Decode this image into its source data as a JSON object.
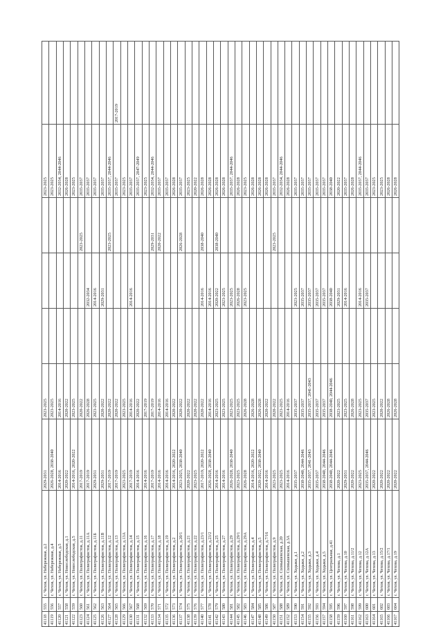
{
  "rows": [
    [
      "41118",
      "555",
      "г. Чехов, ул. Набережная, д.2",
      "2029-2031",
      "2023-2025",
      "",
      "",
      "2023-2025",
      ""
    ],
    [
      "41119",
      "556",
      "г. Чехов, ул. Набережная, д.4",
      "2026-2028, 2038-2040",
      "2023-2025",
      "",
      "",
      "2023-2025",
      ""
    ],
    [
      "41120",
      "557",
      "г. Чехов, ул. Набережная, д.5",
      "2014-2016",
      "2014-2016",
      "",
      "",
      "2032-2034, 2044-2046",
      ""
    ],
    [
      "41121",
      "558",
      "г. Чехов, ул. Новослободская, д.1",
      "2020-2022",
      "2020-2022",
      "",
      "",
      "2026-2028",
      ""
    ],
    [
      "41122",
      "559",
      "г. Чехов, ул. Новослободская, д.5",
      "2014-2016, 2020-2022",
      "2023-2025",
      "",
      "",
      "2023-2025",
      ""
    ],
    [
      "41123",
      "560",
      "г. Чехов, ул. Полиграфистов, д.11",
      "2017-2019",
      "2020-2022",
      "",
      "2023-2025",
      "2035-2037",
      ""
    ],
    [
      "41124",
      "561",
      "г. Чехов, ул. Полиграфистов, д.11А",
      "2017-2019",
      "2026-2028",
      "2032-2034",
      "",
      "2035-2037",
      ""
    ],
    [
      "41125",
      "562",
      "г. Чехов, ул. Полиграфистов, д.11Б",
      "2029-2031",
      "2023-2025",
      "2014-2016",
      "",
      "2035-2037",
      ""
    ],
    [
      "41126",
      "563",
      "г. Чехов, ул. Полиграфистов, д.11В",
      "2029-2031",
      "2020-2022",
      "2029-2031",
      "",
      "2035-2037",
      ""
    ],
    [
      "41127",
      "564",
      "г. Чехов, ул. Полиграфистов, д.12",
      "2017-2019",
      "2020-2022",
      "",
      "2023-2025",
      "2035-2037, 2044-2046",
      ""
    ],
    [
      "41128",
      "565",
      "г. Чехов, ул. Полиграфистов, д.13",
      "2017-2019",
      "2020-2022",
      "",
      "",
      "2035-2037",
      "2017-2019"
    ],
    [
      "41129",
      "566",
      "г. Чехов, ул. Полиграфистов, д.13А",
      "2023-2025",
      "2023-2025",
      "",
      "",
      "2023-2025",
      ""
    ],
    [
      "41130",
      "567",
      "г. Чехов, ул. Полиграфистов, д.14",
      "2017-2019",
      "2014-2016",
      "2014-2016",
      "",
      "2035-2037",
      ""
    ],
    [
      "41131",
      "568",
      "г. Чехов, ул. Полиграфистов, д.15",
      "2014-2016",
      "2020-2022",
      "",
      "",
      "2035-2037, 2047-2049",
      ""
    ],
    [
      "41132",
      "569",
      "г. Чехов, ул. Полиграфистов, д.16",
      "2014-2016",
      "2017-2019",
      "",
      "",
      "2023-2025",
      ""
    ],
    [
      "41133",
      "570",
      "г. Чехов, ул. Полиграфистов, д.17",
      "2017-2019",
      "2017-2019",
      "",
      "2029-2031",
      "2032-2034, 2044-2046",
      ""
    ],
    [
      "41134",
      "571",
      "г. Чехов, ул. Полиграфистов, д.18",
      "2014-2016",
      "2014-2016",
      "",
      "2020-2022",
      "2035-2037",
      ""
    ],
    [
      "41135",
      "572",
      "г. Чехов, ул. Полиграфистов, д.19",
      "2014-2016",
      "2014-2016",
      "",
      "",
      "2035-2037",
      ""
    ],
    [
      "41136",
      "573",
      "г. Чехов, ул. Полиграфистов, д.2",
      "2014-2016, 2020-2022",
      "2020-2022",
      "",
      "",
      "2026-2028",
      ""
    ],
    [
      "41137",
      "574",
      "г. Чехов, ул. Полиграфистов, д.20/1",
      "2023-2025, 2038-2040",
      "2020-2022",
      "",
      "2026-2028",
      "2035-2037",
      ""
    ],
    [
      "41138",
      "575",
      "г. Чехов, ул. Полиграфистов, д.21",
      "2020-2022",
      "2020-2022",
      "",
      "",
      "2023-2025",
      ""
    ],
    [
      "41139",
      "576",
      "г. Чехов, ул. Полиграфистов, д.22",
      "2023-2025",
      "2020-2022",
      "",
      "",
      "2020-2022",
      ""
    ],
    [
      "41140",
      "577",
      "г. Чехов, ул. Полиграфистов, д.23/1",
      "2017-2019, 2020-2022",
      "2020-2022",
      "2014-2016",
      "2038-2040",
      "2026-2028",
      ""
    ],
    [
      "41141",
      "578",
      "г. Чехов, ул. Полиграфистов, д.23/2",
      "2026-2028, 2038-2040",
      "2014-2016",
      "2014-2016",
      "",
      "2026-2028",
      ""
    ],
    [
      "41142",
      "579",
      "г. Чехов, ул. Полиграфистов, д.25",
      "2014-2016",
      "2023-2025",
      "2020-2022",
      "2038-2040",
      "2026-2028",
      ""
    ],
    [
      "41143",
      "580",
      "г. Чехов, ул. Полиграфистов, д.27",
      "2014-2016",
      "2023-2025",
      "2023-2025",
      "",
      "2026-2028",
      ""
    ],
    [
      "41144",
      "581",
      "г. Чехов, ул. Полиграфистов, д.29",
      "2026-2028, 2038-2040",
      "2023-2025",
      "2023-2025",
      "",
      "2035-2037, 2044-2046",
      ""
    ],
    [
      "41145",
      "582",
      "г. Чехов, ул. Полиграфистов, д.29/1",
      "2023-2025",
      "2023-2025",
      "2026-2028",
      "",
      "2026-2028",
      ""
    ],
    [
      "41146",
      "583",
      "г. Чехов, ул. Полиграфистов, д.29А",
      "2026-2028",
      "2026-2028",
      "2023-2025",
      "",
      "2023-2025",
      ""
    ],
    [
      "41147",
      "584",
      "г. Чехов, ул. Полиграфистов, д.4",
      "2014-2016, 2020-2022",
      "2026-2028",
      "",
      "",
      "2026-2028",
      ""
    ],
    [
      "41148",
      "585",
      "г. Чехов, ул. Полиграфистов, д.5",
      "2020-2022, 2038-2040",
      "2026-2028",
      "",
      "",
      "2026-2028",
      ""
    ],
    [
      "41149",
      "586",
      "г. Чехов, ул. Полиграфистов, д.7/16",
      "2014-2016",
      "2020-2022",
      "",
      "",
      "2026-2028",
      ""
    ],
    [
      "41150",
      "587",
      "г. Чехов, ул. Полиграфистов, д.9",
      "2023-2025",
      "2020-2022",
      "",
      "2023-2025",
      "2035-2037",
      ""
    ],
    [
      "41151",
      "588",
      "г. Чехов, ул. Солнышевская, д.20",
      "2023-2025",
      "2023-2025",
      "",
      "",
      "2032-2034, 2044-2046",
      ""
    ],
    [
      "41152",
      "589",
      "г. Чехов, ул. Солнышевская, д.3А",
      "2014-2016",
      "2014-2016",
      "",
      "",
      "2026-2028",
      ""
    ],
    [
      "41153",
      "590",
      "г. Чехов, ул. Ходыки, д.1",
      "2035-2037",
      "2035-2037",
      "2023-2025",
      "",
      "2035-2037",
      ""
    ],
    [
      "41154",
      "591",
      "г. Чехов, ул. Ходыки, д.2",
      "2038-2040, 2044-2046",
      "2035-2037",
      "2035-2037",
      "",
      "2035-2037",
      ""
    ],
    [
      "41155",
      "592",
      "г. Чехов, ул. Ходыки, д.3",
      "2035-2037, 2041-2043",
      "2035-2037, 2041-2043",
      "2035-2037",
      "",
      "2035-2037",
      ""
    ],
    [
      "41156",
      "593",
      "г. Чехов, ул. Ходыки, д.4",
      "2035-2037",
      "2035-2037",
      "2035-2037",
      "",
      "2035-2037",
      ""
    ],
    [
      "41157",
      "594",
      "г. Чехов, ул. Ходыки, д.5",
      "2038-2040, 2044-2046",
      "2035-2037",
      "2035-2037",
      "",
      "2035-2037",
      ""
    ],
    [
      "41158",
      "595",
      "г. Чехов, ул. Центральная, д.41",
      "2038-2040, 2044-2046",
      "2038-2040, 2044-2046",
      "2038-2040",
      "",
      "2038-2040",
      ""
    ],
    [
      "41159",
      "596",
      "г. Чехов, ул. Чехова, д.1",
      "2020-2022",
      "2023-2025",
      "2029-2031",
      "",
      "2020-2022",
      ""
    ],
    [
      "41160",
      "597",
      "г. Чехов, ул. Чехова, д.10",
      "2029-2031",
      "2023-2025",
      "2014-2016",
      "",
      "2035-2037",
      ""
    ],
    [
      "41161",
      "598",
      "г. Чехов, ул. Чехова, д.11/2",
      "2020-2022",
      "2026-2028",
      "",
      "",
      "2026-2028",
      ""
    ],
    [
      "41162",
      "599",
      "г. Чехов, ул. Чехова, д.12",
      "2023-2025",
      "2023-2025",
      "2014-2016",
      "",
      "2035-2037, 2044-2046",
      ""
    ],
    [
      "41163",
      "600",
      "г. Чехов, ул. Чехова, д.12А",
      "2035-2037, 2044-2046",
      "2035-2037",
      "2035-2037",
      "",
      "2035-2037",
      ""
    ],
    [
      "41164",
      "601",
      "г. Чехов, ул. Чехова, д.13",
      "2020-2022",
      "2023-2025",
      "",
      "",
      "2023-2025",
      ""
    ],
    [
      "41165",
      "602",
      "г. Чехов, ул. Чехова, д.15/2",
      "2020-2022",
      "2020-2022",
      "",
      "",
      "2023-2025",
      ""
    ],
    [
      "41166",
      "603",
      "г. Чехов, ул. Чехова, д.17/1",
      "2020-2022",
      "2026-2028",
      "",
      "",
      "2026-2028",
      ""
    ],
    [
      "41167",
      "604",
      "г. Чехов, ул. Чехова, д.19",
      "2020-2022",
      "2026-2028",
      "",
      "",
      "2026-2028",
      ""
    ]
  ]
}
